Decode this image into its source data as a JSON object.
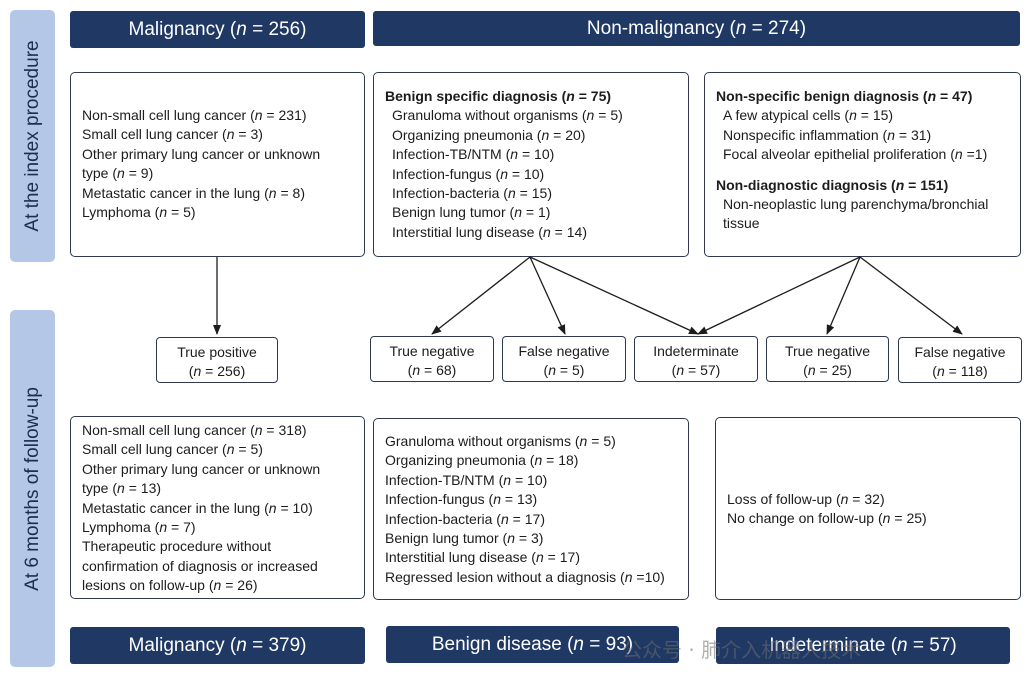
{
  "sidebars": {
    "index": "At the index procedure",
    "followup": "At 6 months of follow-up"
  },
  "headers": {
    "malignancy_top": "256",
    "nonmalignancy_top": "274",
    "malignancy_bottom": "379",
    "benign_bottom": "93",
    "indeterminate_bottom": "57"
  },
  "header_labels": {
    "malignancy": "Malignancy",
    "nonmalignancy": "Non-malignancy",
    "benign": "Benign disease",
    "indeterminate": "Indeterminate"
  },
  "index_boxes": {
    "malignancy": [
      {
        "t": "Non-small cell lung cancer",
        "n": "231"
      },
      {
        "t": "Small cell lung cancer",
        "n": "3"
      },
      {
        "t": "Other primary lung cancer or unknown",
        "n": null
      },
      {
        "t": "type",
        "n": "9"
      },
      {
        "t": "Metastatic cancer in the lung",
        "n": "8"
      },
      {
        "t": "Lymphoma",
        "n": "5"
      }
    ],
    "benign_specific": {
      "title": "Benign specific diagnosis",
      "n": "75",
      "items": [
        {
          "t": "Granuloma without organisms",
          "n": "5"
        },
        {
          "t": "Organizing pneumonia",
          "n": "20"
        },
        {
          "t": "Infection-TB/NTM",
          "n": "10"
        },
        {
          "t": "Infection-fungus",
          "n": "10"
        },
        {
          "t": "Infection-bacteria",
          "n": "15"
        },
        {
          "t": "Benign lung tumor",
          "n": "1"
        },
        {
          "t": "Interstitial lung disease",
          "n": "14"
        }
      ]
    },
    "nonspecific": {
      "title": "Non-specific benign diagnosis",
      "n": "47",
      "items": [
        {
          "t": "A few atypical cells",
          "n": "15"
        },
        {
          "t": "Nonspecific inflammation",
          "n": "31"
        },
        {
          "t": "Focal alveolar epithelial proliferation",
          "n": "1",
          "eq": "=1"
        }
      ],
      "title2": "Non-diagnostic diagnosis",
      "n2": "151",
      "items2": [
        {
          "t": "Non-neoplastic lung parenchyma/bronchial",
          "n": null
        },
        {
          "t": "tissue",
          "n": null
        }
      ]
    }
  },
  "outcomes": [
    {
      "label": "True positive",
      "n": "256"
    },
    {
      "label": "True negative",
      "n": "68"
    },
    {
      "label": "False negative",
      "n": "5"
    },
    {
      "label": "Indeterminate",
      "n": "57"
    },
    {
      "label": "True negative",
      "n": "25"
    },
    {
      "label": "False negative",
      "n": "118"
    }
  ],
  "followup_boxes": {
    "malignancy": [
      {
        "t": "Non-small cell lung cancer",
        "n": "318"
      },
      {
        "t": "Small cell lung cancer",
        "n": "5"
      },
      {
        "t": "Other primary lung cancer or unknown",
        "n": null
      },
      {
        "t": "type",
        "n": "13"
      },
      {
        "t": "Metastatic cancer in the lung",
        "n": "10"
      },
      {
        "t": "Lymphoma",
        "n": "7"
      },
      {
        "t": "Therapeutic procedure without",
        "n": null
      },
      {
        "t": "confirmation of diagnosis or increased",
        "n": null
      },
      {
        "t": "lesions on follow-up",
        "n": "26"
      }
    ],
    "benign": [
      {
        "t": "Granuloma without organisms",
        "n": "5"
      },
      {
        "t": "Organizing pneumonia",
        "n": "18"
      },
      {
        "t": "Infection-TB/NTM",
        "n": "10"
      },
      {
        "t": "Infection-fungus",
        "n": "13"
      },
      {
        "t": "Infection-bacteria",
        "n": "17"
      },
      {
        "t": "Benign lung tumor",
        "n": "3"
      },
      {
        "t": "Interstitial lung disease",
        "n": "17"
      },
      {
        "t": "Regressed lesion without a diagnosis",
        "n": "10",
        "eq": "=10"
      }
    ],
    "indeterminate": [
      {
        "t": "Loss of follow-up",
        "n": "32"
      },
      {
        "t": "No change on follow-up",
        "n": "25"
      }
    ]
  },
  "watermark": "公众号 · 肺介入机器人技术"
}
